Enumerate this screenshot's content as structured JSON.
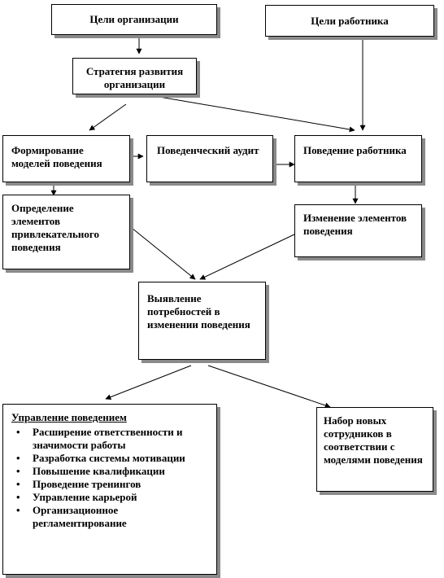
{
  "boxes": {
    "org_goals": "Цели организации",
    "emp_goals": "Цели работника",
    "strategy": "Стратегия развития организации",
    "models": "Формирование моделей поведения",
    "audit": "Поведенческий аудит",
    "behavior": "Поведение работника",
    "define": "Определение элементов привлекательного поведения",
    "change": "Изменение элементов поведения",
    "needs": "Выявление потребностей в изменении поведения",
    "recruit": "Набор новых сотрудников в соответствии с моделями поведения"
  },
  "management": {
    "title": "Управление поведением",
    "items": [
      "Расширение ответственности и значимости работы",
      "Разработка системы мотивации",
      "Повышение квалификации",
      "Проведение тренингов",
      "Управление карьерой",
      "Организационное регламентирование"
    ]
  }
}
